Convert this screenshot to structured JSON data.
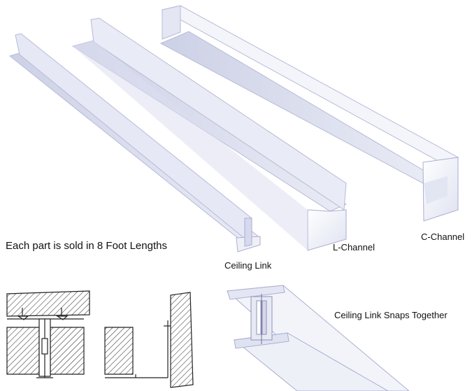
{
  "captions": {
    "sold_note": "Each part is sold in 8 Foot Lengths",
    "c_channel": "C-Channel",
    "l_channel": "L-Channel",
    "ceiling_link": "Ceiling Link",
    "snaps_together": "Ceiling Link Snaps Together"
  },
  "colors": {
    "profile_face": "#eef0f8",
    "profile_shadow": "#c9cde3",
    "profile_edge": "#a9aed0",
    "drawing_line": "#222222"
  }
}
